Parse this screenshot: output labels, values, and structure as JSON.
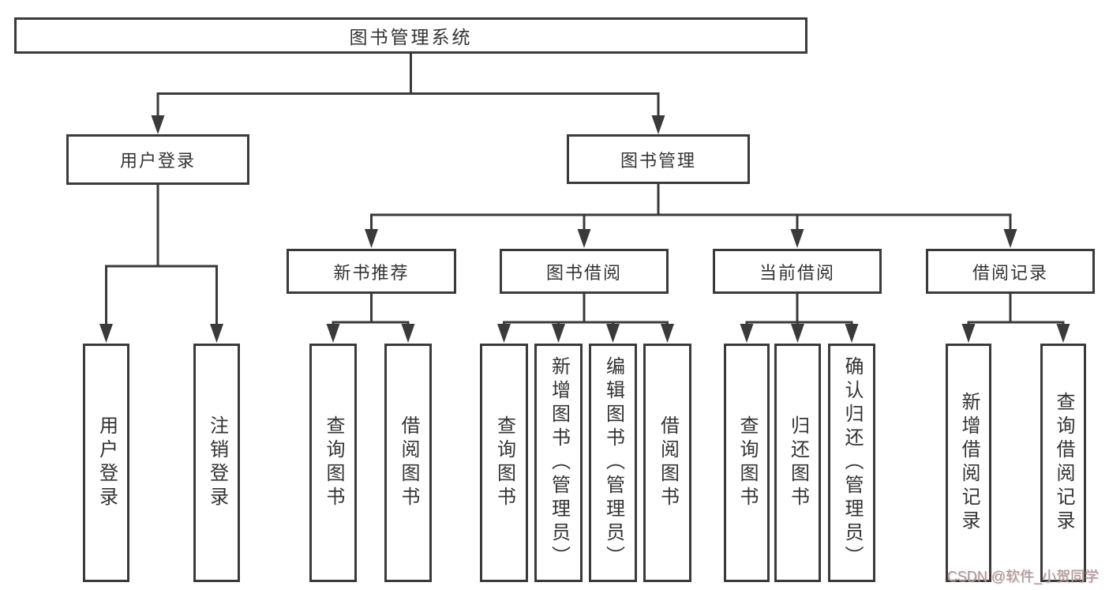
{
  "diagram": {
    "title": "图书管理系统",
    "level2": {
      "user_login": "用户登录",
      "book_mgmt": "图书管理"
    },
    "level3": {
      "new_books": "新书推荐",
      "book_borrow": "图书借阅",
      "current_borrow": "当前借阅",
      "borrow_records": "借阅记录"
    },
    "leaves": {
      "user_login": [
        "用户登录",
        "注销登录"
      ],
      "new_books": [
        "查询图书",
        "借阅图书"
      ],
      "book_borrow": [
        "查询图书",
        "新增图书（管理员）",
        "编辑图书（管理员）",
        "借阅图书"
      ],
      "current_borrow": [
        "查询图书",
        "归还图书",
        "确认归还（管理员）"
      ],
      "borrow_records": [
        "新增借阅记录",
        "查询借阅记录"
      ]
    }
  },
  "colors": {
    "line": "#3a3a3a",
    "text": "#333333",
    "background": "#ffffff",
    "watermark": "#9e9e9e"
  },
  "watermark": {
    "text": "CSDN @软件_小贺同学"
  }
}
